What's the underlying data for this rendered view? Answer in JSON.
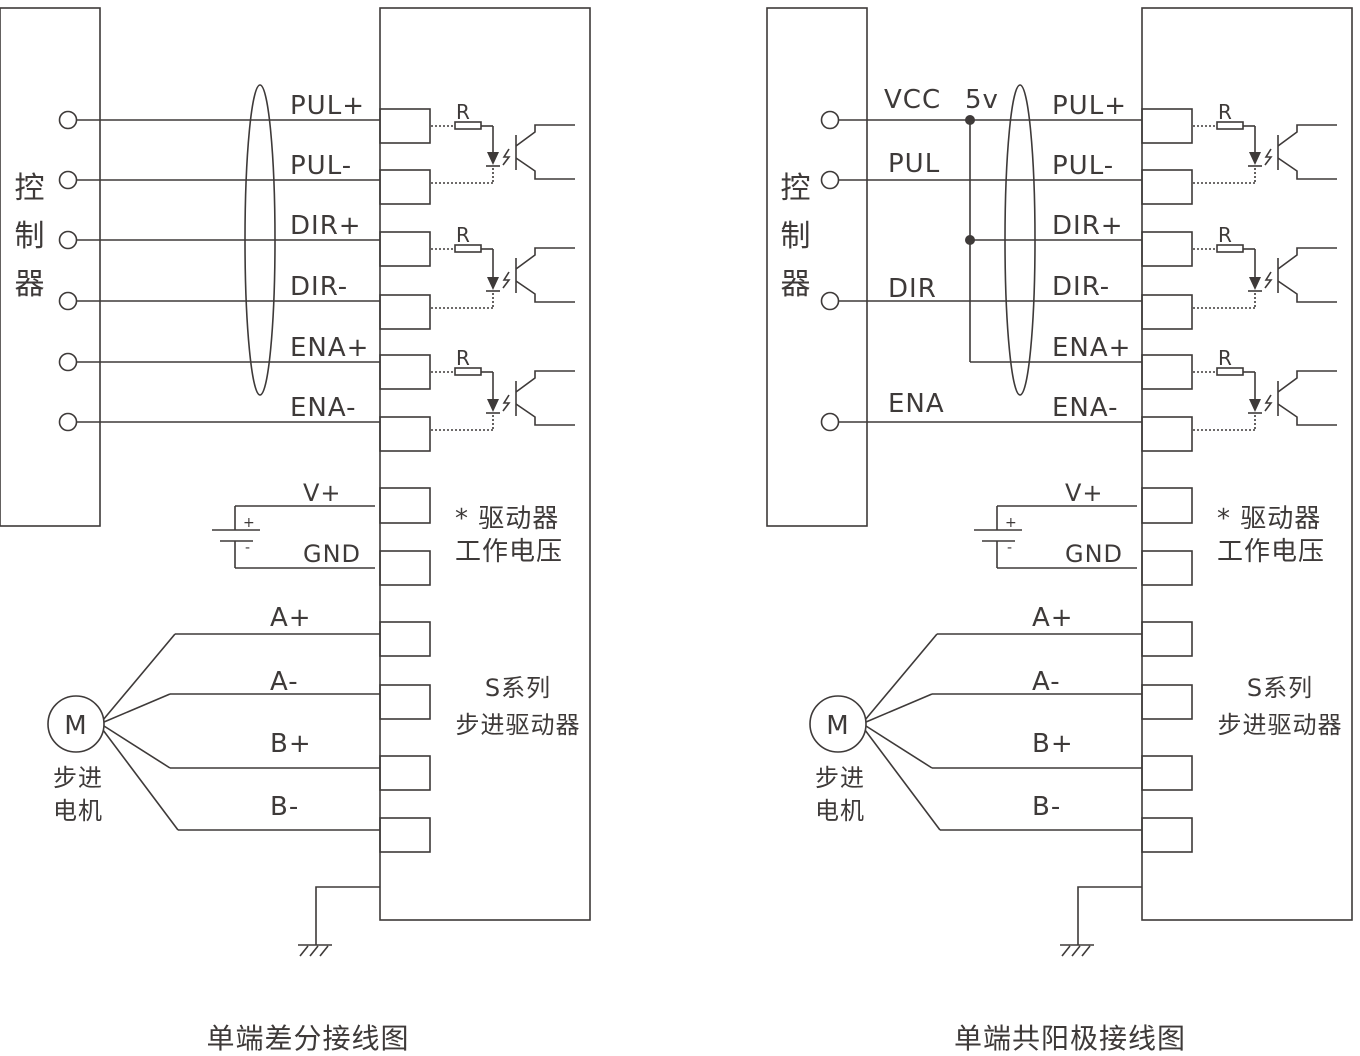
{
  "colors": {
    "ink": "#3e3a39",
    "background": "#ffffff"
  },
  "diagrams": [
    {
      "title": "单端差分接线图",
      "controller_label": [
        "控",
        "制",
        "器"
      ],
      "controller_signals": [],
      "driver_pins": [
        "PUL+",
        "PUL-",
        "DIR+",
        "DIR-",
        "ENA+",
        "ENA-"
      ],
      "resistor_label": "R",
      "power_pins": [
        "V+",
        "GND"
      ],
      "battery_plus": "+",
      "battery_minus": "-",
      "driver_voltage_note": [
        "* 驱动器",
        "工作电压"
      ],
      "motor_pins": [
        "A+",
        "A-",
        "B+",
        "B-"
      ],
      "driver_name": [
        "S系列",
        "步进驱动器"
      ],
      "motor_symbol": "M",
      "motor_label": [
        "步进",
        "电机"
      ]
    },
    {
      "title": "单端共阳极接线图",
      "controller_label": [
        "控",
        "制",
        "器"
      ],
      "controller_signals": [
        "VCC",
        "5v",
        "PUL",
        "DIR",
        "ENA"
      ],
      "driver_pins": [
        "PUL+",
        "PUL-",
        "DIR+",
        "DIR-",
        "ENA+",
        "ENA-"
      ],
      "resistor_label": "R",
      "power_pins": [
        "V+",
        "GND"
      ],
      "battery_plus": "+",
      "battery_minus": "-",
      "driver_voltage_note": [
        "* 驱动器",
        "工作电压"
      ],
      "motor_pins": [
        "A+",
        "A-",
        "B+",
        "B-"
      ],
      "driver_name": [
        "S系列",
        "步进驱动器"
      ],
      "motor_symbol": "M",
      "motor_label": [
        "步进",
        "电机"
      ]
    }
  ]
}
